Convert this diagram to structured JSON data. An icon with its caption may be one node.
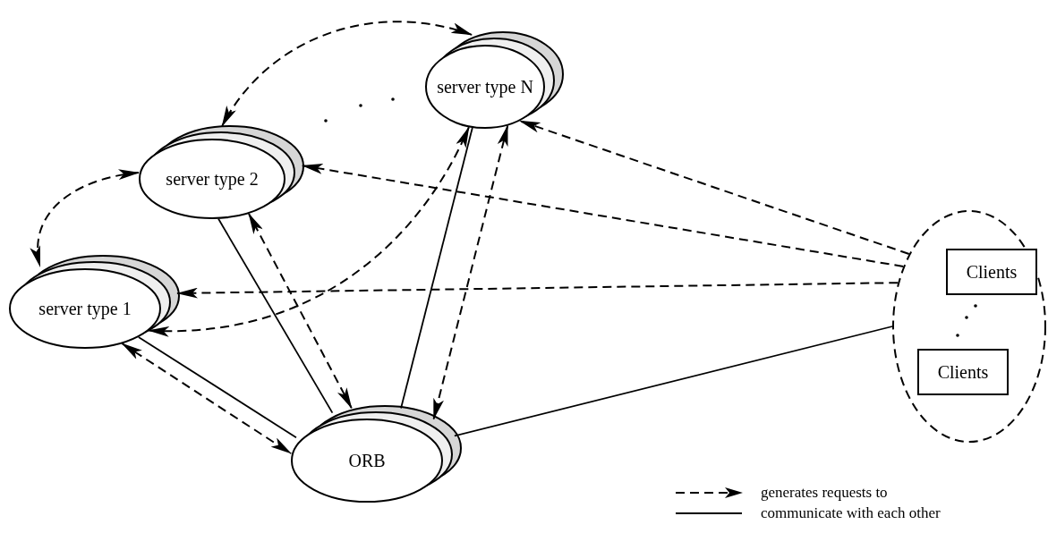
{
  "diagram": {
    "nodes": [
      {
        "text": [
          "server type N"
        ]
      },
      {
        "text": [
          "server type 2"
        ]
      },
      {
        "text": [
          "server type 1"
        ]
      },
      {
        "text": [
          "ORB"
        ]
      },
      {
        "text": [],
        "shape": "circle"
      },
      {
        "text": [
          "Clients"
        ],
        "in": 4
      },
      {
        "text": [
          "Clients"
        ],
        "in": 4
      }
    ],
    "edges": [
      {
        "from": 0,
        "to": 1,
        "arrow": "both",
        "style": "dashed"
      },
      {
        "from": 1,
        "to": 2,
        "arrow": "both",
        "style": "dashed"
      },
      {
        "from": 1,
        "to": 3,
        "arrow": "none"
      },
      {
        "from": 3,
        "to": 1,
        "arrow": "both",
        "style": "dashed"
      },
      {
        "from": 2,
        "to": 0,
        "arrow": "both",
        "style": "dashed"
      },
      {
        "from": 0,
        "to": 3,
        "arrow": "none"
      },
      {
        "from": 0,
        "to": 3,
        "arrow": "both",
        "style": "dashed"
      },
      {
        "from": 2,
        "to": 3,
        "arrow": "both",
        "style": "dashed"
      },
      {
        "from": 2,
        "to": 3,
        "arrow": "none"
      },
      {
        "from": 4,
        "to": 0,
        "arrow": "to",
        "style": "dashed"
      },
      {
        "from": 4,
        "to": 1,
        "arrow": "to",
        "style": "dashed"
      },
      {
        "from": 4,
        "to": 2,
        "arrow": "to",
        "style": "dashed"
      },
      {
        "from": 4,
        "to": 3,
        "arrow": "none"
      }
    ],
    "legend": [
      {
        "text": "generates requests to"
      },
      {
        "text": "communicate with each other"
      }
    ]
  }
}
